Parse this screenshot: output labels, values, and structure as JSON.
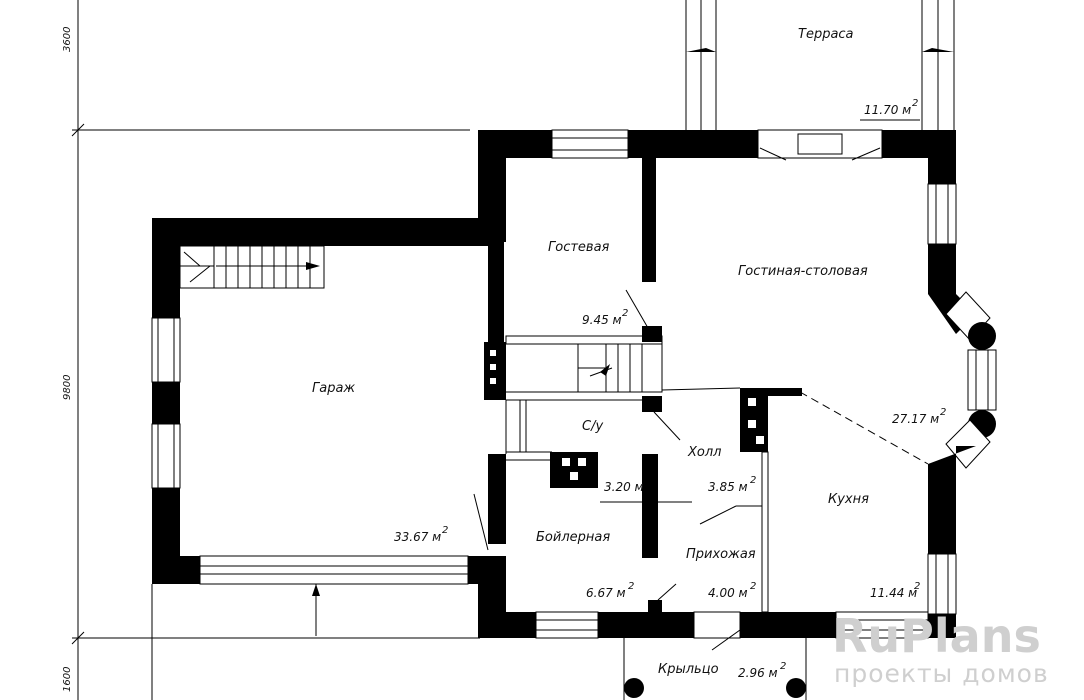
{
  "rooms": {
    "terrace": {
      "name": "Терраса",
      "area": "11.70 м"
    },
    "guest": {
      "name": "Гостевая",
      "area": "9.45 м"
    },
    "living": {
      "name": "Гостиная-столовая",
      "area": "27.17 м"
    },
    "garage": {
      "name": "Гараж",
      "area": "33.67 м"
    },
    "wc": {
      "name": "С/у",
      "area": "3.20 м"
    },
    "hall": {
      "name": "Холл",
      "area": "3.85 м"
    },
    "kitchen": {
      "name": "Кухня",
      "area": "11.44 м"
    },
    "boiler": {
      "name": "Бойлерная",
      "area": "6.67 м"
    },
    "entry": {
      "name": "Прихожая",
      "area": "4.00 м"
    },
    "porch": {
      "name": "Крыльцо",
      "area": "2.96 м"
    }
  },
  "area_superscript": "2",
  "dimensions": {
    "top": "3600",
    "middle": "9800",
    "bottom": "1600"
  },
  "watermark": {
    "brand": "RuPlans",
    "tagline": "проекты домов"
  }
}
